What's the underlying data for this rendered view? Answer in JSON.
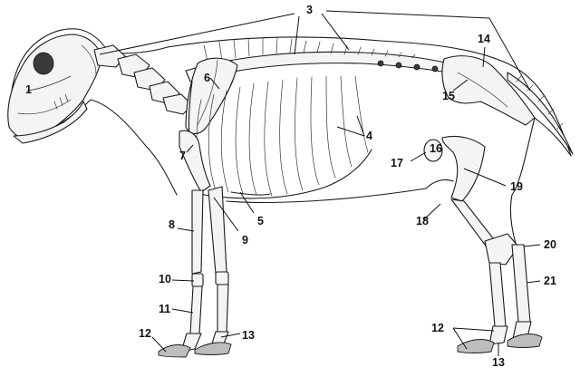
{
  "labels": [
    {
      "id": "1",
      "text": "1"
    },
    {
      "id": "3",
      "text": "3"
    },
    {
      "id": "4",
      "text": "4"
    },
    {
      "id": "5",
      "text": "5"
    },
    {
      "id": "6",
      "text": "6"
    },
    {
      "id": "7",
      "text": "7"
    },
    {
      "id": "8",
      "text": "8"
    },
    {
      "id": "9",
      "text": "9"
    },
    {
      "id": "10",
      "text": "10"
    },
    {
      "id": "11",
      "text": "11"
    },
    {
      "id": "12",
      "text": "12"
    },
    {
      "id": "13",
      "text": "13"
    },
    {
      "id": "14",
      "text": "14"
    },
    {
      "id": "15",
      "text": "15"
    },
    {
      "id": "16",
      "text": "16"
    },
    {
      "id": "17",
      "text": "17"
    },
    {
      "id": "18",
      "text": "18"
    },
    {
      "id": "19",
      "text": "19"
    },
    {
      "id": "20",
      "text": "20"
    },
    {
      "id": "21",
      "text": "21"
    }
  ]
}
